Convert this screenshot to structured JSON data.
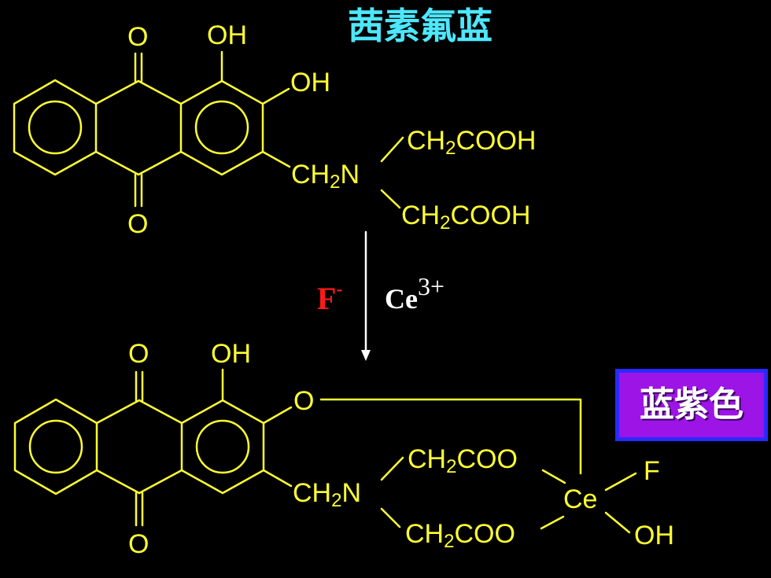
{
  "title": "茜素氟蓝",
  "reaction": {
    "reagent_left": "F",
    "reagent_left_charge": "-",
    "reagent_right": "Ce",
    "reagent_right_charge": "3+"
  },
  "result_badge": "蓝紫色",
  "top_molecule": {
    "o_top": "O",
    "oh_1": "OH",
    "oh_2": "OH",
    "o_bottom": "O",
    "ch2n": {
      "main": "CH",
      "sub": "2",
      "tail": "N"
    },
    "arm_1": {
      "main": "CH",
      "sub": "2",
      "tail": "COOH"
    },
    "arm_2": {
      "main": "CH",
      "sub": "2",
      "tail": "COOH"
    }
  },
  "bottom_molecule": {
    "o_top": "O",
    "oh": "OH",
    "o_ring": "O",
    "o_bottom": "O",
    "ch2n": {
      "main": "CH",
      "sub": "2",
      "tail": "N"
    },
    "arm_1": {
      "main": "CH",
      "sub": "2",
      "tail": "COO"
    },
    "arm_2": {
      "main": "CH",
      "sub": "2",
      "tail": "COO"
    },
    "metal": "Ce",
    "ligand_f": "F",
    "ligand_oh": "OH"
  },
  "colors": {
    "structure": "#ffff33",
    "title": "#4de8ff",
    "fluoride": "#ff1a1a",
    "reagent": "#ffffff",
    "badge_fill": "#9d14e6",
    "badge_border": "#2a2aff",
    "background": "#000000"
  }
}
